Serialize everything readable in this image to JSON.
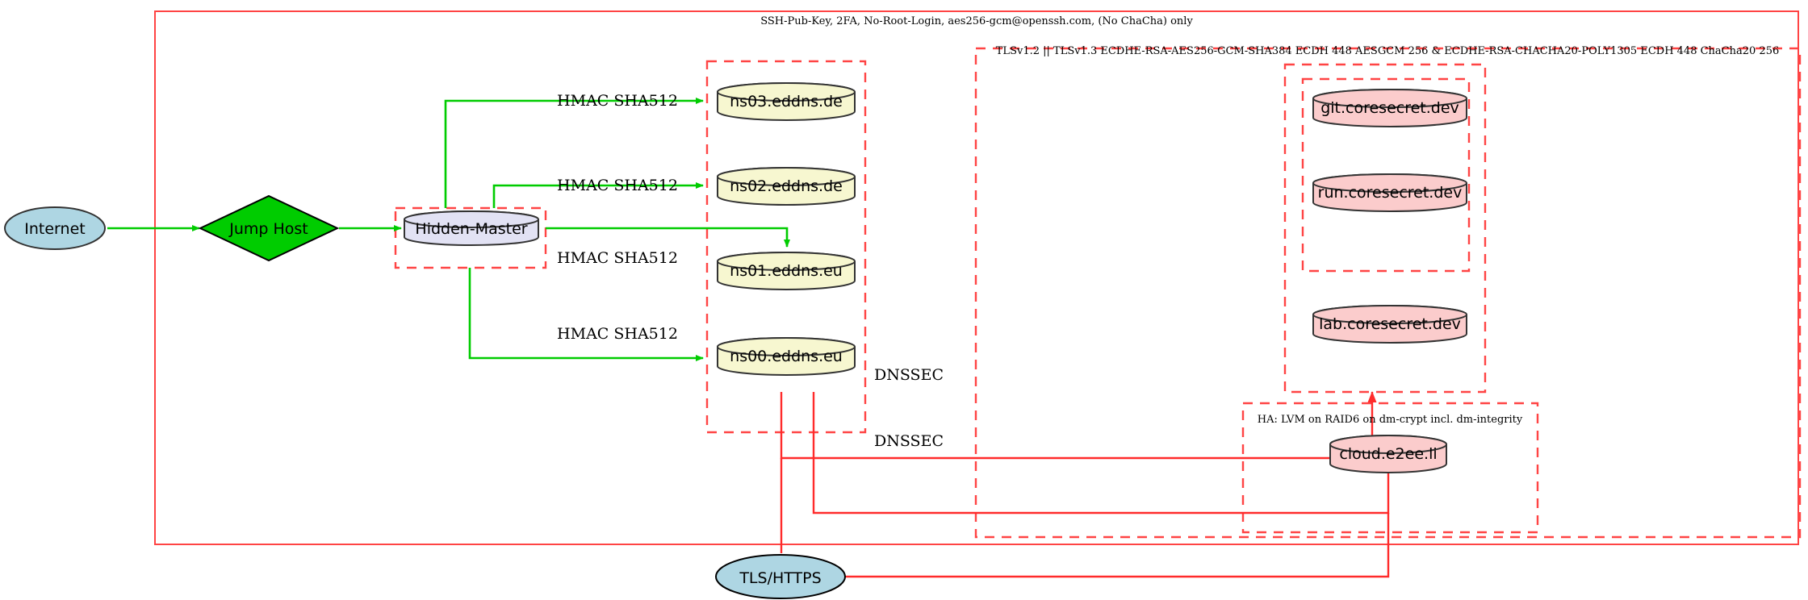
{
  "diagram": {
    "title_note": "SSH-Pub-Key, 2FA, No-Root-Login, aes256-gcm@openssh.com, (No ChaCha) only",
    "clusters": [
      {
        "id": "ssh",
        "label": "SSH-Pub-Key, 2FA, No-Root-Login, aes256-gcm@openssh.com, (No ChaCha) only"
      },
      {
        "id": "tls",
        "label": "TLSv1.2 || TLSv1.3 ECDHE-RSA-AES256-GCM-SHA384 ECDH 448 AESGCM 256 & ECDHE-RSA-CHACHA20-POLY1305 ECDH 448 ChaCha20 256"
      },
      {
        "id": "ha",
        "label": "HA: LVM on RAID6 on dm-crypt incl. dm-integrity"
      }
    ],
    "nodes": {
      "internet": {
        "label": "Internet",
        "shape": "ellipse",
        "fill": "#aed6e3"
      },
      "jumphost": {
        "label": "Jump Host",
        "shape": "diamond",
        "fill": "#00cc00"
      },
      "hiddenmaster": {
        "label": "Hidden-Master",
        "shape": "cylinder",
        "fill": "#e2e2f4"
      },
      "ns03": {
        "label": "ns03.eddns.de",
        "shape": "cylinder",
        "fill": "#f7f7d0"
      },
      "ns02": {
        "label": "ns02.eddns.de",
        "shape": "cylinder",
        "fill": "#f7f7d0"
      },
      "ns01": {
        "label": "ns01.eddns.eu",
        "shape": "cylinder",
        "fill": "#f7f7d0"
      },
      "ns00": {
        "label": "ns00.eddns.eu",
        "shape": "cylinder",
        "fill": "#f7f7d0"
      },
      "git": {
        "label": "git.coresecret.dev",
        "shape": "cylinder",
        "fill": "#fbcccc"
      },
      "run": {
        "label": "run.coresecret.dev",
        "shape": "cylinder",
        "fill": "#fbcccc"
      },
      "lab": {
        "label": "lab.coresecret.dev",
        "shape": "cylinder",
        "fill": "#fbcccc"
      },
      "cloud": {
        "label": "cloud.e2ee.li",
        "shape": "cylinder",
        "fill": "#fbcccc"
      },
      "tlshttps": {
        "label": "TLS/HTTPS",
        "shape": "ellipse",
        "fill": "#aed6e3"
      }
    },
    "edge_labels": {
      "hmac_ns03": "HMAC SHA512",
      "hmac_ns02": "HMAC SHA512",
      "hmac_ns01": "HMAC SHA512",
      "hmac_ns00": "HMAC SHA512",
      "dnssec_top": "DNSSEC",
      "dnssec_bottom": "DNSSEC"
    },
    "colors": {
      "green_edge": "#00cc00",
      "red_edge": "#ff2b2b",
      "cluster_border": "#ff4444",
      "node_stroke": "#333333"
    }
  }
}
